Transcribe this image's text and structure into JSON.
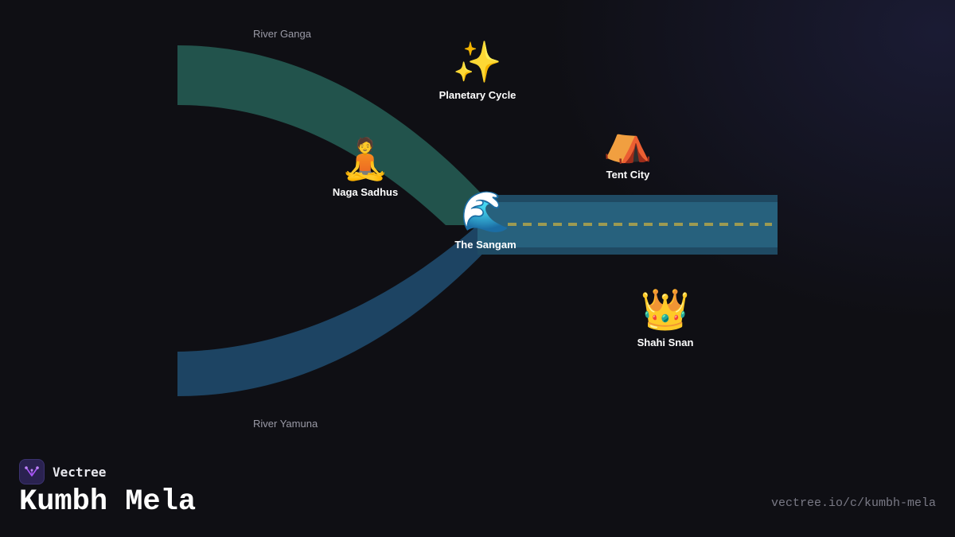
{
  "diagram": {
    "rivers": [
      {
        "label": "River Ganga",
        "color": "#24574f"
      },
      {
        "label": "River Yamuna",
        "color": "#1d4463"
      }
    ],
    "confluence_color": "#27617d",
    "dash_color": "#9c9a52",
    "nodes": [
      {
        "id": "planetary-cycle",
        "label": "Planetary Cycle",
        "emoji": "✨",
        "icon": "sparkles-icon"
      },
      {
        "id": "tent-city",
        "label": "Tent City",
        "emoji": "⛺",
        "icon": "tent-icon"
      },
      {
        "id": "naga-sadhus",
        "label": "Naga Sadhus",
        "emoji": "🧘",
        "icon": "meditating-person-icon"
      },
      {
        "id": "the-sangam",
        "label": "The Sangam",
        "emoji": "🌊",
        "icon": "wave-icon"
      },
      {
        "id": "shahi-snan",
        "label": "Shahi Snan",
        "emoji": "👑",
        "icon": "crown-icon"
      }
    ]
  },
  "footer": {
    "brand": "Vectree",
    "title": "Kumbh Mela",
    "url": "vectree.io/c/kumbh-mela"
  },
  "colors": {
    "background": "#0f0f14",
    "logo_accent": "#a855f7"
  }
}
